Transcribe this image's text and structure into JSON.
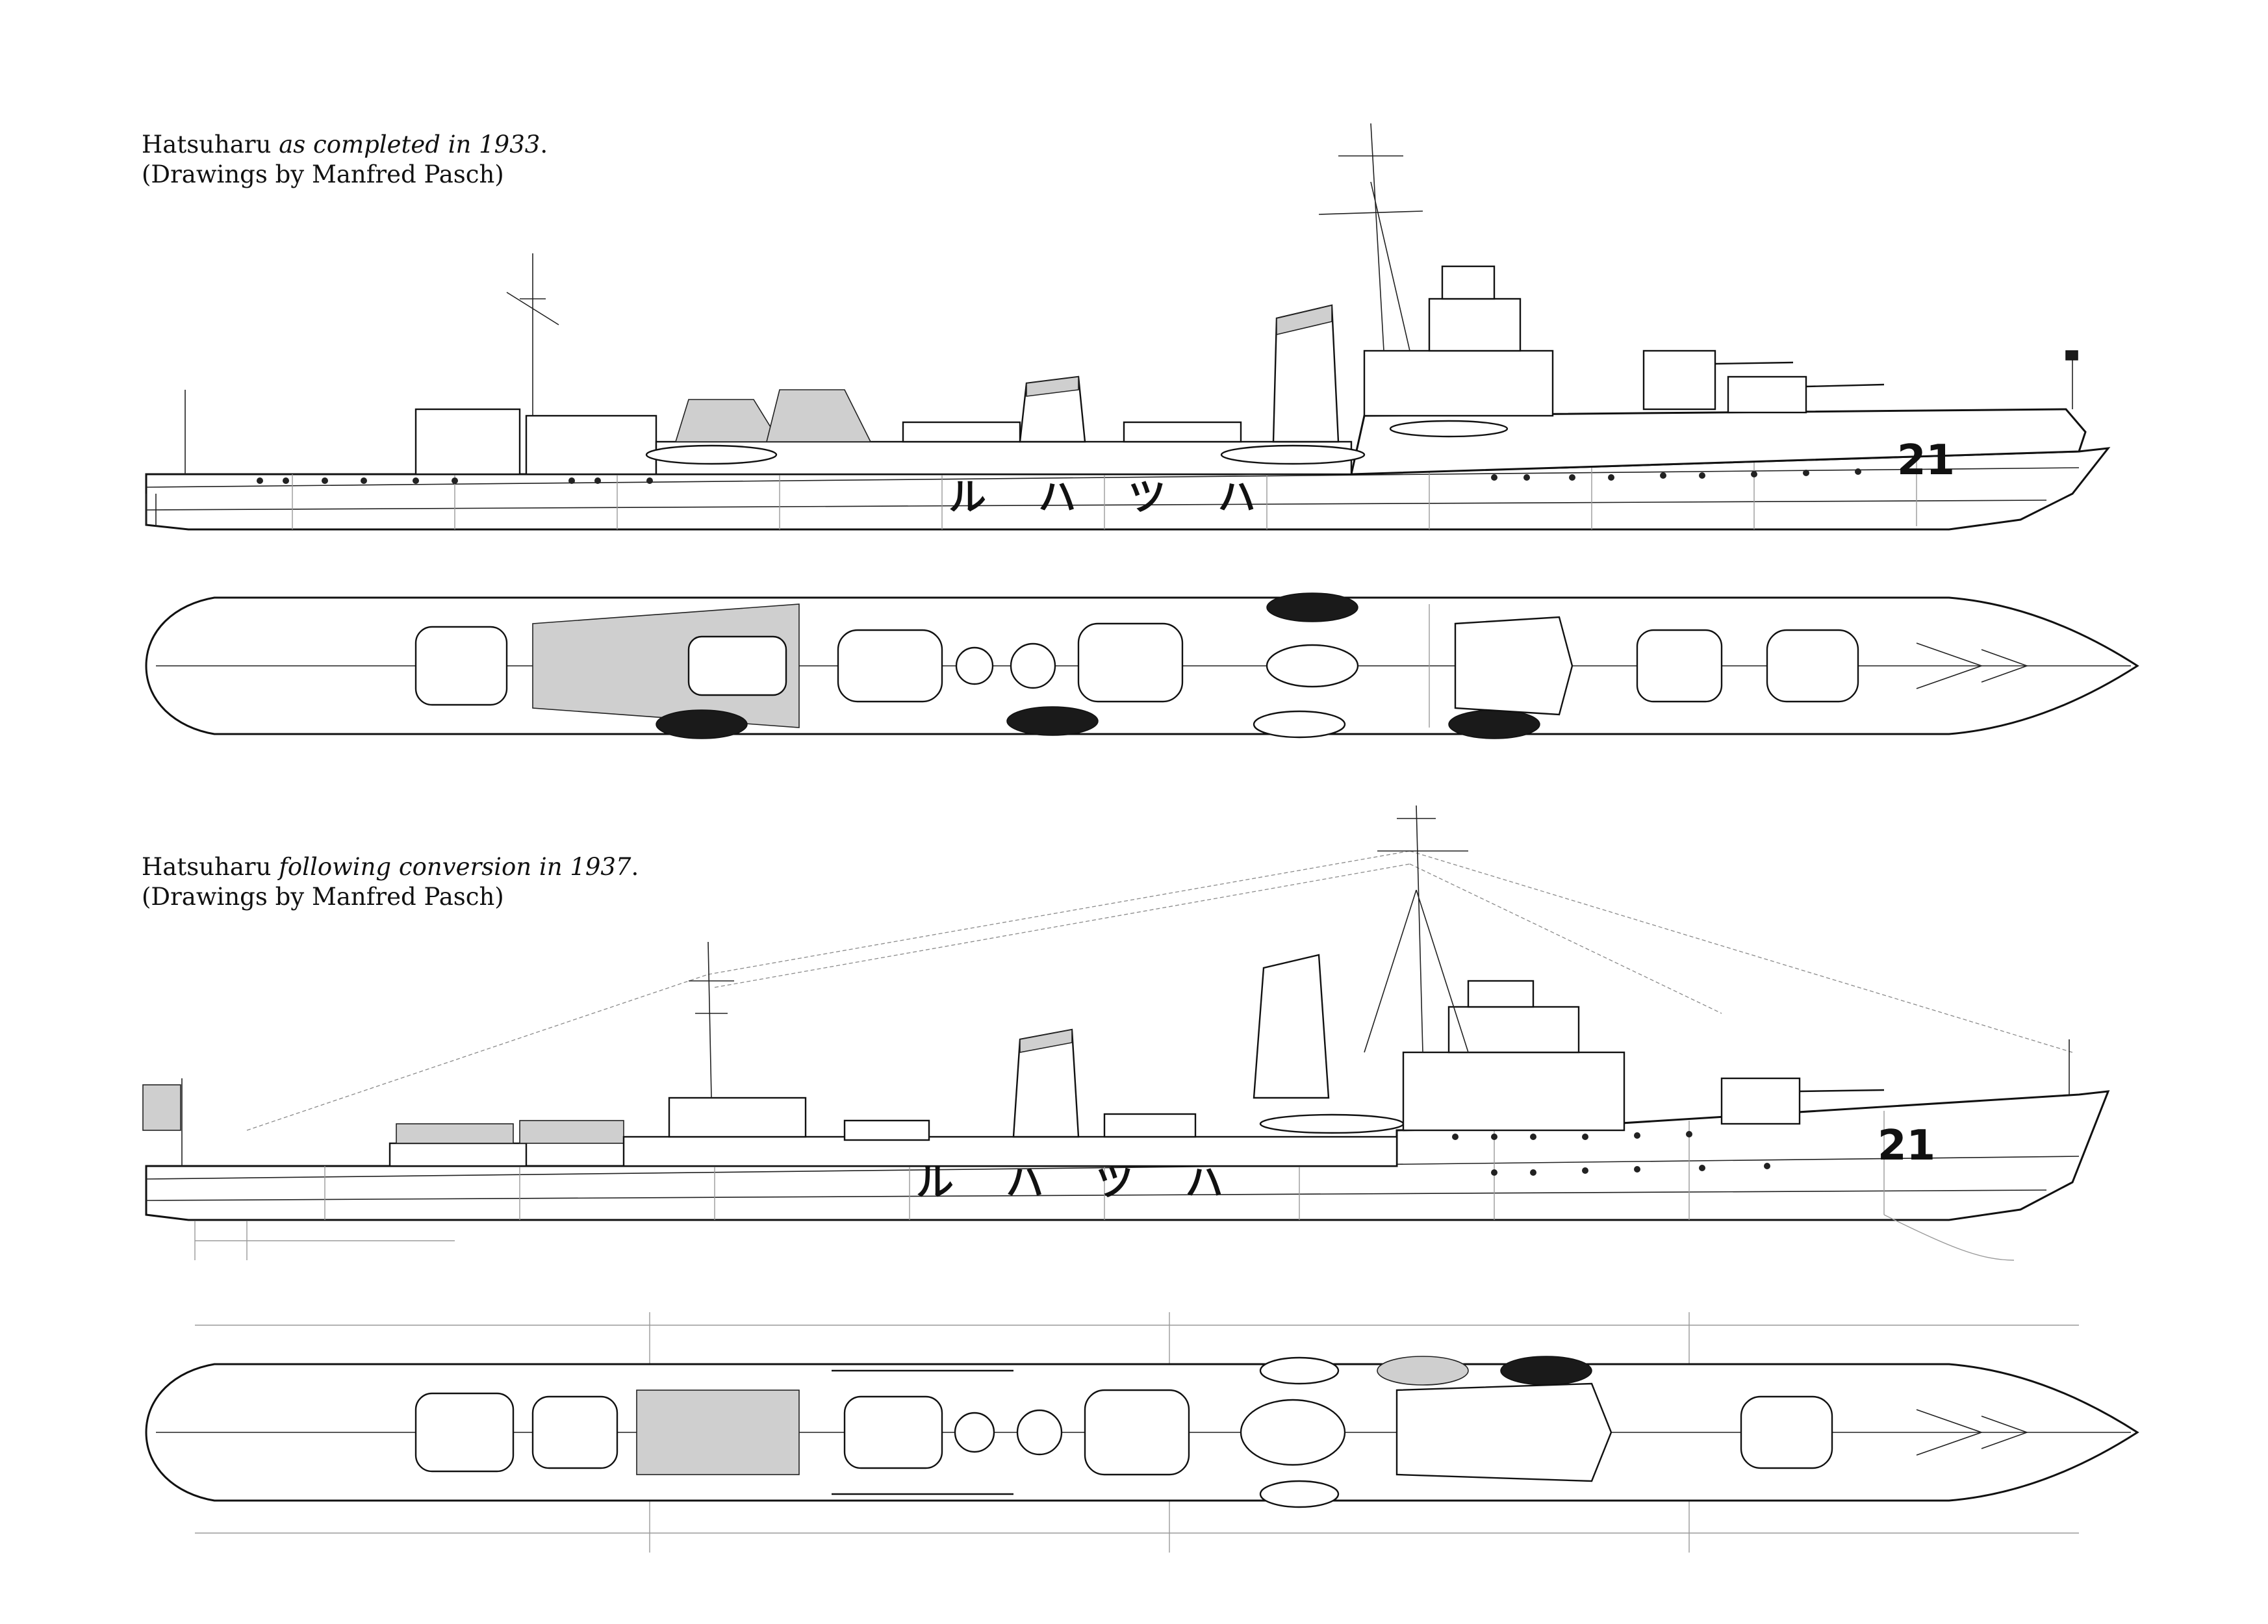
{
  "captions": [
    {
      "ship": "Hatsuharu",
      "state": "as completed in",
      "year": "1933",
      "end": ".",
      "credit": "(Drawings by Manfred Pasch)"
    },
    {
      "ship": "Hatsuharu",
      "state": "following conversion in",
      "year": "1937",
      "end": ".",
      "credit": "(Drawings by Manfred Pasch)"
    }
  ],
  "hull_markings": {
    "pennant_number": "21",
    "katakana_name": "ル ハ ツ ハ"
  },
  "colors": {
    "line": "#111111",
    "paper": "#ffffff",
    "shade": "#cfcfcf"
  }
}
